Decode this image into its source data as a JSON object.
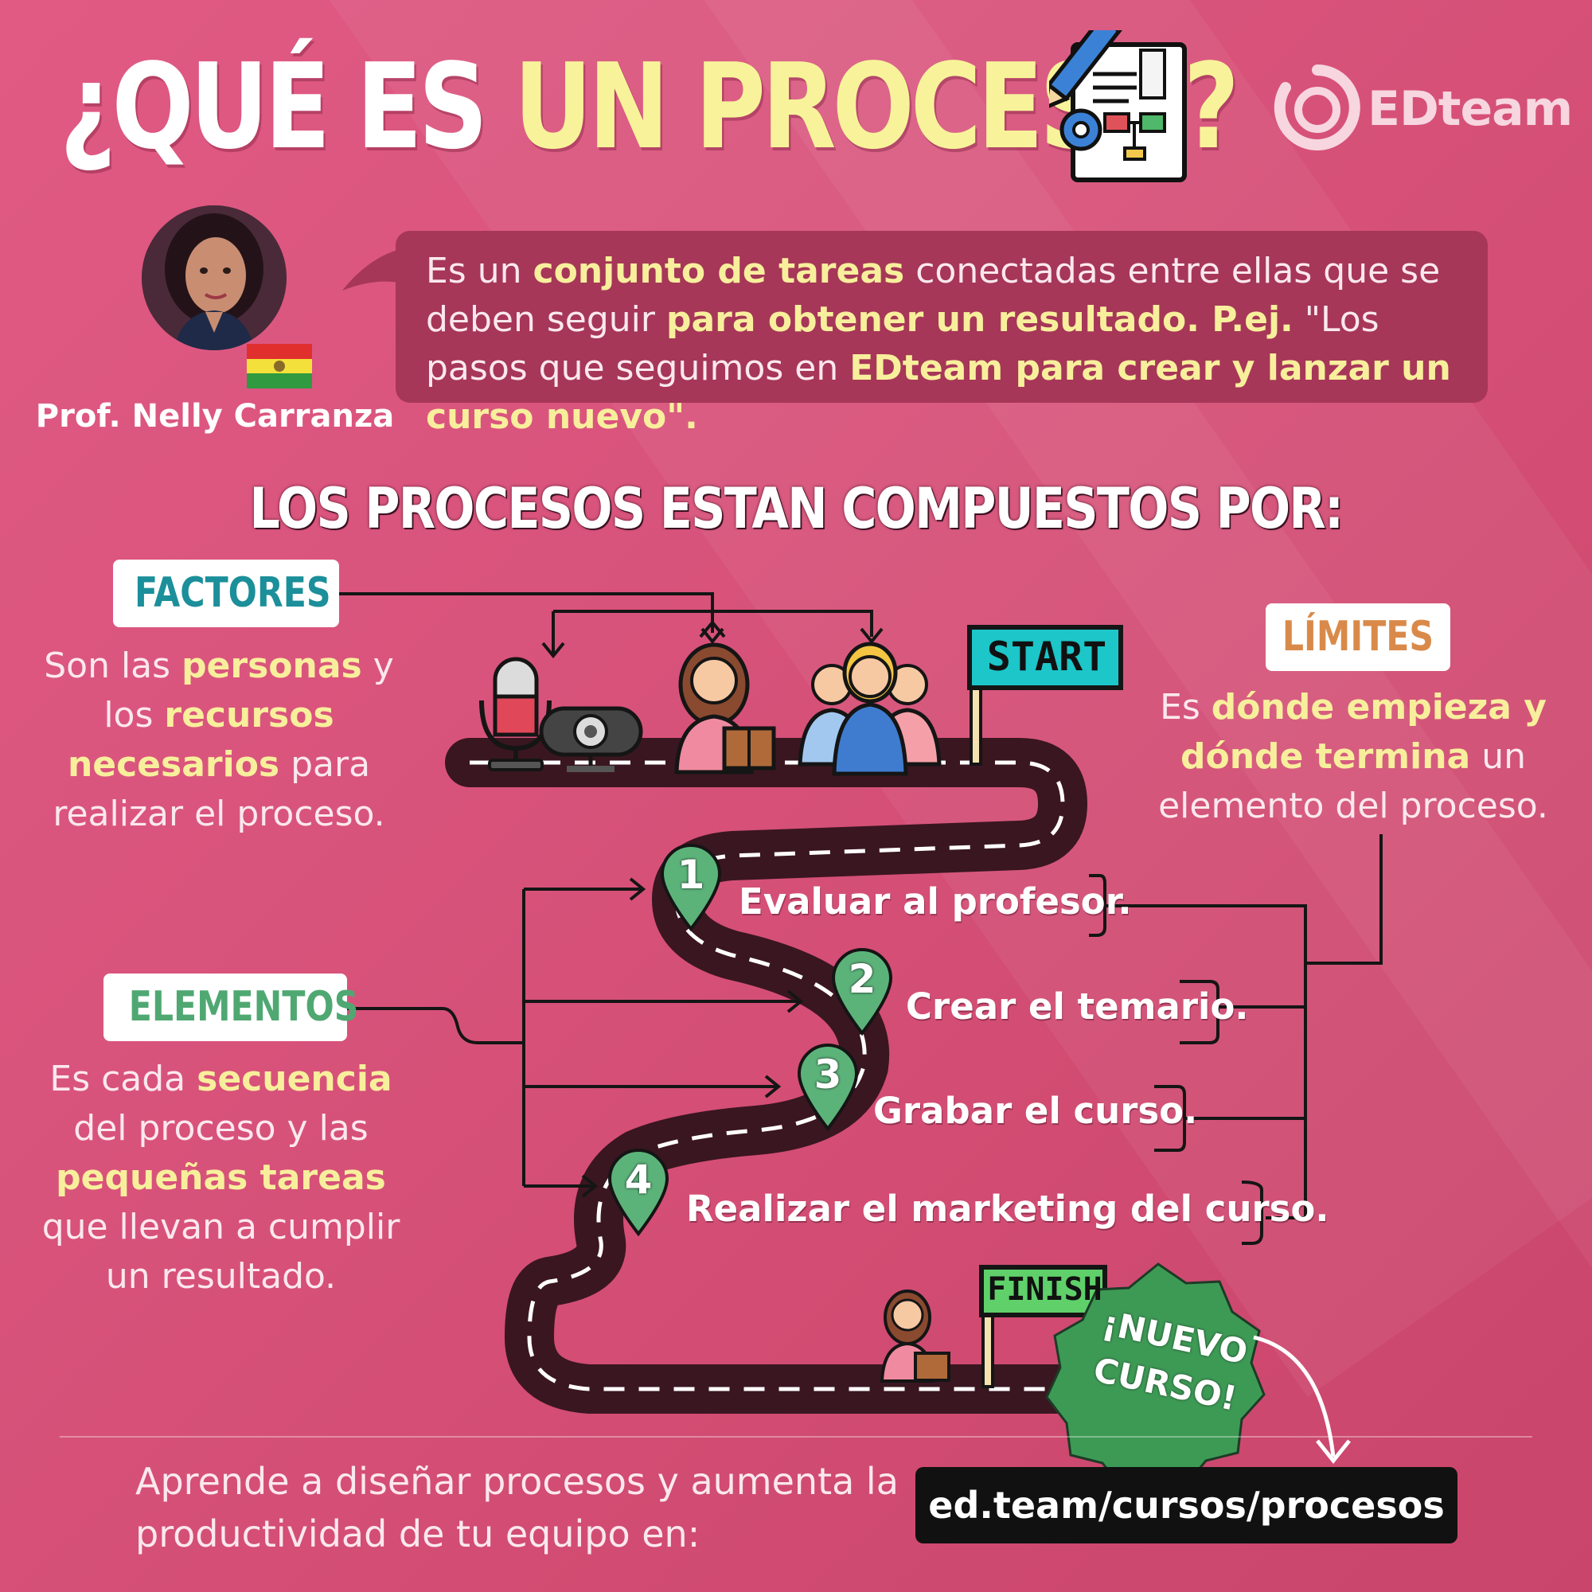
{
  "header": {
    "title_part1": "¿QUÉ ES ",
    "title_part2": "UN PROCESO?",
    "logo_text": "EDteam",
    "title_icon": "process-document-icon"
  },
  "author": {
    "name": "Prof. Nelly Carranza",
    "flag": "bolivia-flag"
  },
  "definition": {
    "t1": "Es un ",
    "b1": "conjunto de tareas",
    "t2": " conectadas entre ellas que se deben seguir ",
    "b2": "para obtener un resultado. P.ej.",
    "t3": " \"Los pasos que seguimos en ",
    "b3": "EDteam para crear y lanzar un curso nuevo\"."
  },
  "section_title": "LOS PROCESOS ESTAN COMPUESTOS POR:",
  "factores": {
    "label": "FACTORES",
    "t1": "Son las ",
    "b1": "personas",
    "t2": " y los ",
    "b2": "recursos necesarios",
    "t3": " para realizar el proceso."
  },
  "limites": {
    "label": "LÍMITES",
    "t1": "Es ",
    "b1": "dónde empieza y dónde termina",
    "t2": " un elemento del proceso."
  },
  "elementos": {
    "label": "ELEMENTOS",
    "t1": "Es cada ",
    "b1": "secuencia",
    "t2": " del proceso y las ",
    "b2": "pequeñas tareas",
    "t3": " que llevan a cumplir un resultado."
  },
  "road": {
    "start_label": "START",
    "finish_label": "FINISH",
    "seal_line1": "¡NUEVO",
    "seal_line2": "CURSO!"
  },
  "steps": [
    {
      "num": "1",
      "text": "Evaluar al profesor."
    },
    {
      "num": "2",
      "text": "Crear el temario."
    },
    {
      "num": "3",
      "text": "Grabar el curso."
    },
    {
      "num": "4",
      "text": "Realizar el marketing del curso."
    }
  ],
  "footer": {
    "text": "Aprende a diseñar procesos y aumenta la productividad de tu equipo en:",
    "url": "ed.team/cursos/procesos"
  },
  "colors": {
    "background": "#d9547c",
    "highlight": "#f8ef9c",
    "factores": "#1b8f9a",
    "limites": "#d98a4a",
    "elementos": "#4fa872",
    "pin": "#5cb37a",
    "road": "#3a1621"
  }
}
